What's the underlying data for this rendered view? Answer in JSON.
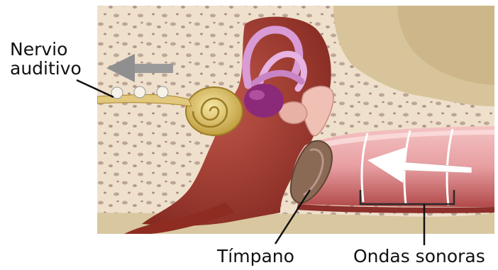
{
  "labels": {
    "auditory_nerve_line1": "Nervio",
    "auditory_nerve_line2": "auditivo",
    "eardrum": "Tímpano",
    "sound_waves": "Ondas sonoras"
  },
  "colors": {
    "bone": "#efe0cc",
    "bone_pores": "#b49a8f",
    "flesh": "#a33a2e",
    "canal": "#e6a3a5",
    "cochlea": "#d7b95c",
    "semicircular": "#d99bd6",
    "vestibule": "#8c2a7a",
    "eardrum": "#8a6a55",
    "arrow_gray": "#9a9a9a",
    "arrow_white": "#ffffff"
  }
}
